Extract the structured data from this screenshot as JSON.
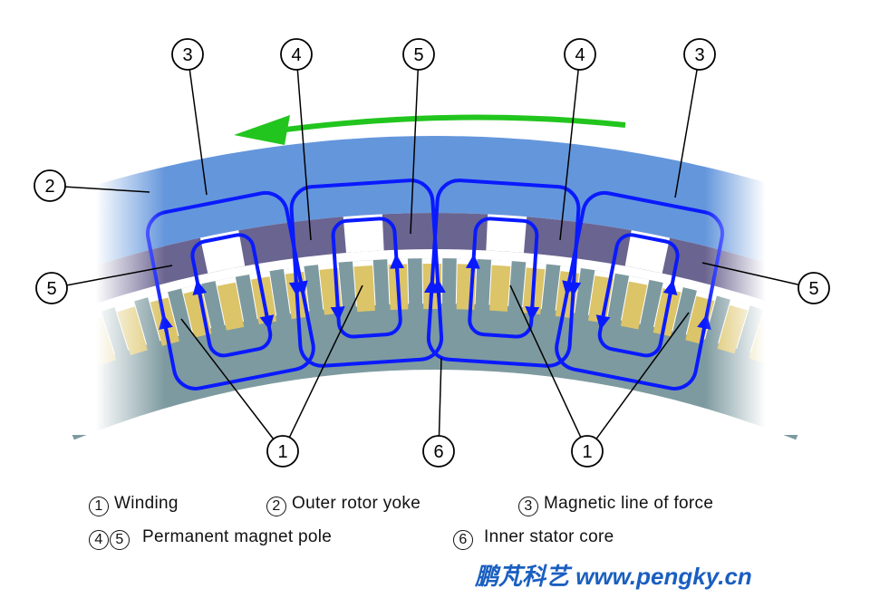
{
  "diagram": {
    "callouts": [
      {
        "id": "3-left",
        "text": "3"
      },
      {
        "id": "4-left",
        "text": "4"
      },
      {
        "id": "5-top",
        "text": "5"
      },
      {
        "id": "4-right",
        "text": "4"
      },
      {
        "id": "3-right",
        "text": "3"
      },
      {
        "id": "2",
        "text": "2"
      },
      {
        "id": "5-left",
        "text": "5"
      },
      {
        "id": "5-right",
        "text": "5"
      },
      {
        "id": "1-left",
        "text": "1"
      },
      {
        "id": "6",
        "text": "6"
      },
      {
        "id": "1-right",
        "text": "1"
      }
    ],
    "rotation_arrow": {
      "direction": "counterclockwise",
      "color": "#22c51e"
    },
    "colors": {
      "rotor_yoke": "#6496dc",
      "magnet": "#6a6490",
      "stator": "#7d9aa0",
      "winding": "#dcc468",
      "flux_line": "#0a1aff"
    }
  },
  "legend": [
    {
      "nums": [
        "1"
      ],
      "label": "Winding"
    },
    {
      "nums": [
        "2"
      ],
      "label": "Outer rotor yoke"
    },
    {
      "nums": [
        "3"
      ],
      "label": "Magnetic line of force"
    },
    {
      "nums": [
        "4",
        "5"
      ],
      "label": "Permanent magnet pole"
    },
    {
      "nums": [
        "6"
      ],
      "label": "Inner stator core"
    }
  ],
  "watermark": "鹏芃科艺 www.pengky.cn"
}
